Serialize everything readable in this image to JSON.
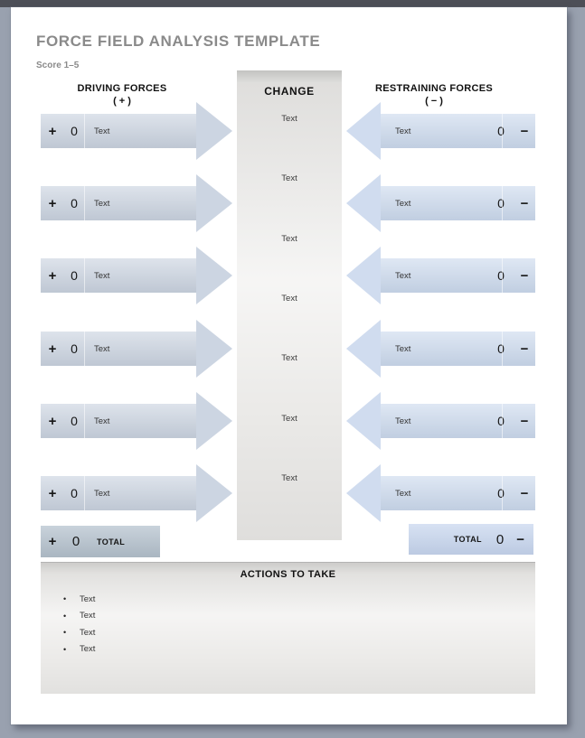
{
  "page": {
    "title": "FORCE FIELD ANALYSIS TEMPLATE",
    "score_note": "Score 1–5"
  },
  "driving": {
    "header": "DRIVING FORCES",
    "sign_label": "( + )",
    "plus": "+",
    "rows": [
      {
        "score": "0",
        "label": "Text"
      },
      {
        "score": "0",
        "label": "Text"
      },
      {
        "score": "0",
        "label": "Text"
      },
      {
        "score": "0",
        "label": "Text"
      },
      {
        "score": "0",
        "label": "Text"
      },
      {
        "score": "0",
        "label": "Text"
      }
    ],
    "total": {
      "sign": "+",
      "value": "0",
      "label": "TOTAL"
    }
  },
  "change": {
    "header": "CHANGE",
    "items": [
      "Text",
      "Text",
      "Text",
      "Text",
      "Text",
      "Text",
      "Text"
    ]
  },
  "restraining": {
    "header": "RESTRAINING FORCES",
    "sign_label": "( − )",
    "minus": "−",
    "rows": [
      {
        "label": "Text",
        "score": "0"
      },
      {
        "label": "Text",
        "score": "0"
      },
      {
        "label": "Text",
        "score": "0"
      },
      {
        "label": "Text",
        "score": "0"
      },
      {
        "label": "Text",
        "score": "0"
      },
      {
        "label": "Text",
        "score": "0"
      }
    ],
    "total": {
      "label": "TOTAL",
      "value": "0",
      "sign": "−"
    }
  },
  "actions": {
    "header": "ACTIONS TO TAKE",
    "items": [
      "Text",
      "Text",
      "Text",
      "Text"
    ]
  },
  "colors": {
    "frame_bg": "#99a1af",
    "topbar": "#4d4f57",
    "title_gray": "#8a8a8a",
    "driving_bar": "#c9d2df",
    "driving_head": "#ccd5e2",
    "restraining_bar": "#cbd9ed",
    "restraining_head": "#d0dcef",
    "total_left": "#b4c1cd",
    "total_right": "#c6d5ee",
    "panel": "#ebeae8"
  }
}
